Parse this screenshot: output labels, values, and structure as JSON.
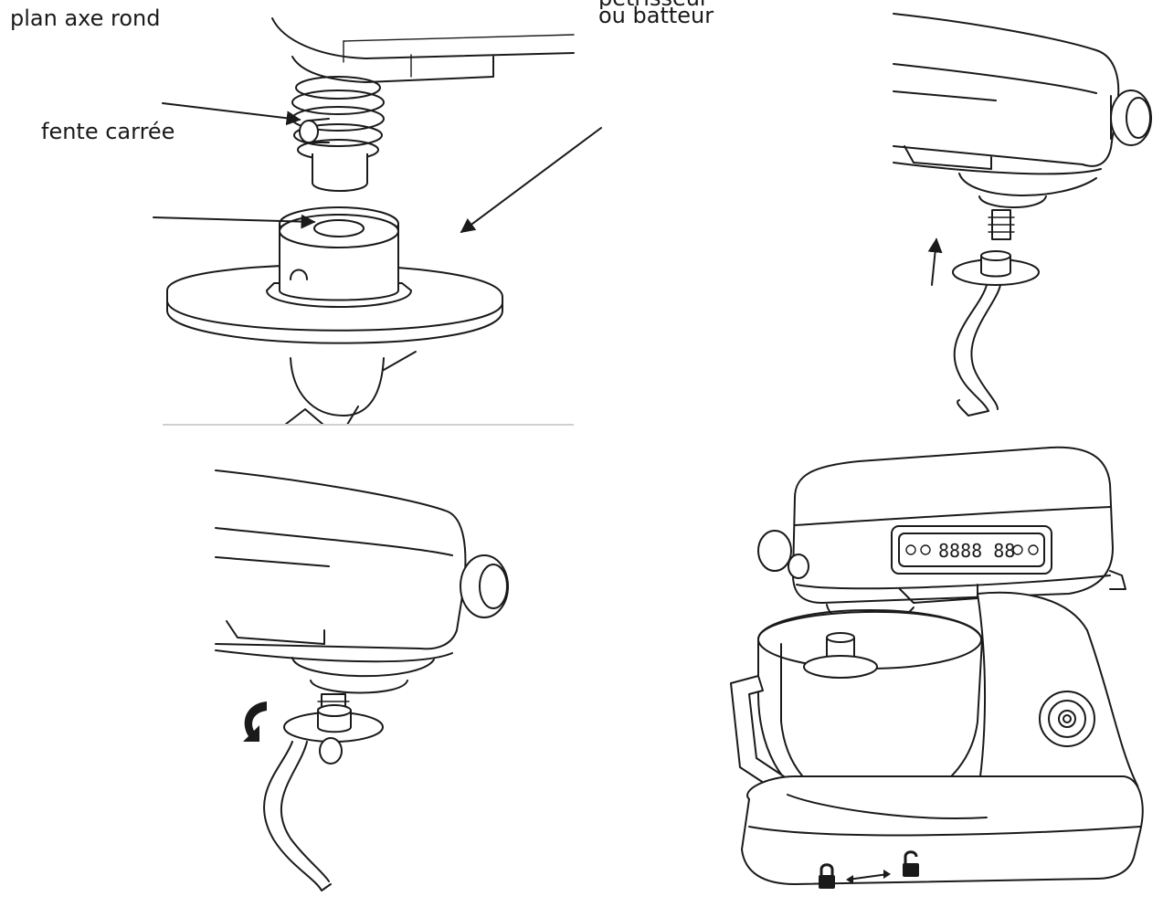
{
  "labels": {
    "plan_axe_rond": "plan axe rond",
    "fente_carree": "fente carrée",
    "ou_batteur": "ou batteur",
    "cut_top_text": "pétrisseur"
  },
  "panels": [
    {
      "id": "detail-attach",
      "subject": "beater shaft and bayonet slot close-up"
    },
    {
      "id": "insert-hook",
      "subject": "dough hook pushed up onto shaft"
    },
    {
      "id": "rotate-hook",
      "subject": "dough hook rotated to lock"
    },
    {
      "id": "mixer-overview",
      "subject": "assembled stand mixer"
    }
  ],
  "display": {
    "digits": "8888 88"
  },
  "colors": {
    "line": "#1a1a1a",
    "separator": "#cfcfcf",
    "background": "#ffffff"
  },
  "icons": [
    "arrow-icon",
    "up-arrow-icon",
    "rotate-arrow-icon",
    "lock-icon",
    "unlock-icon",
    "double-arrow-icon"
  ]
}
